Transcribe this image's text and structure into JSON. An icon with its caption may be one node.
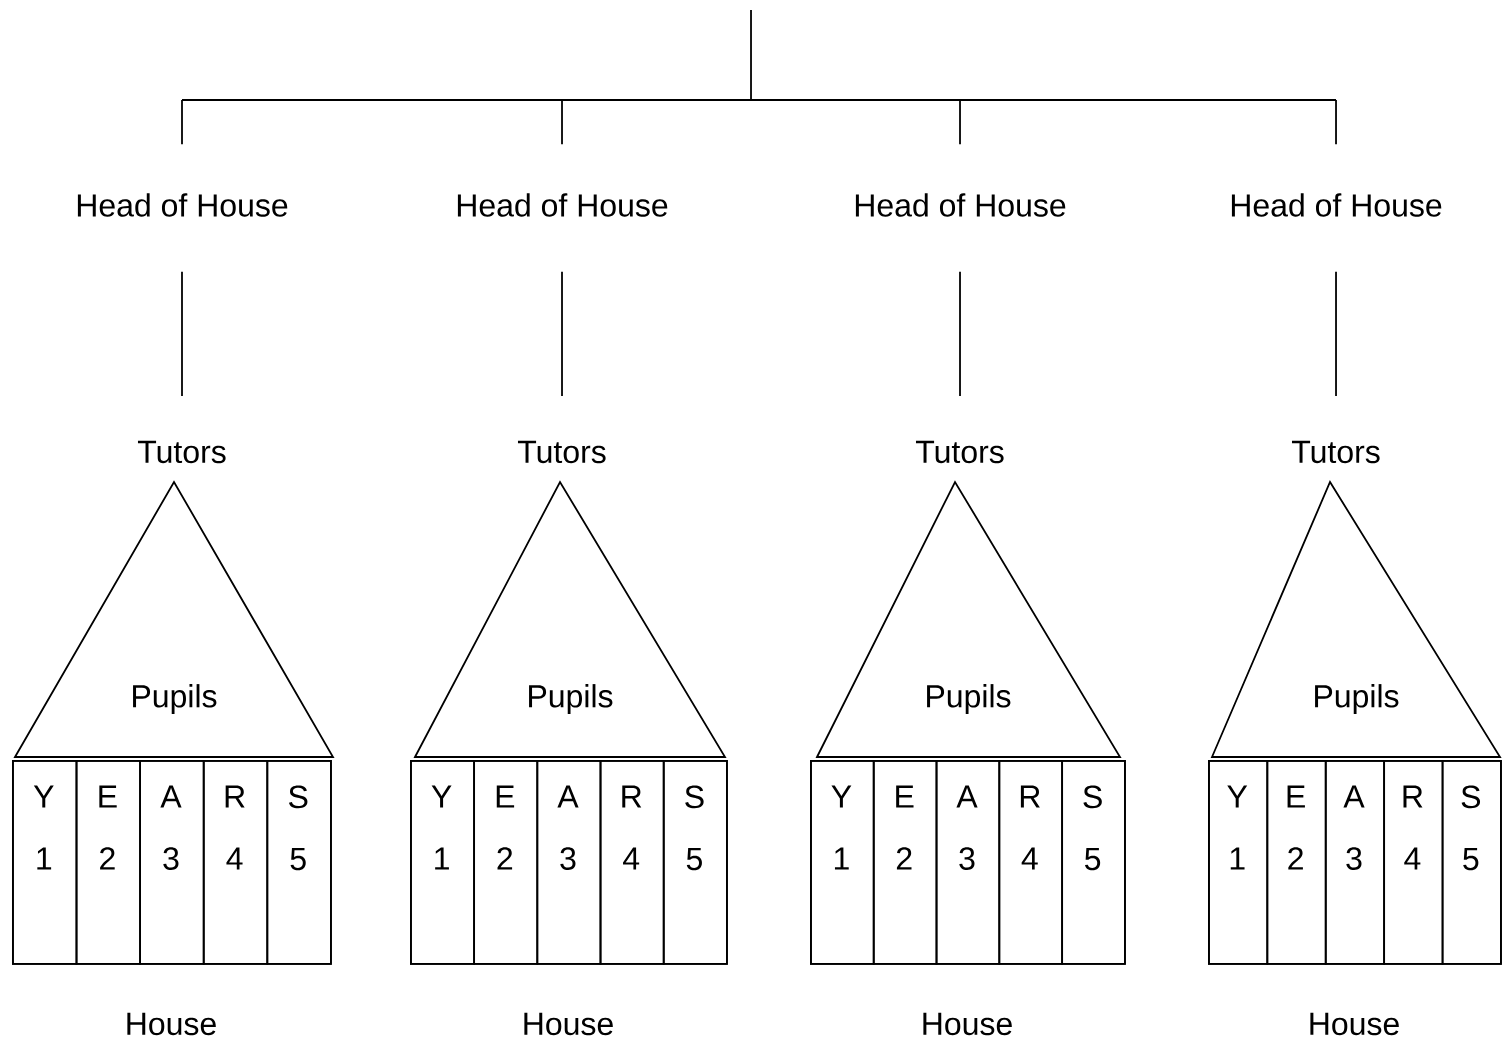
{
  "diagram": {
    "nodes": [
      {
        "text": [
          "Head of House"
        ]
      },
      {
        "text": [
          "Head of House"
        ]
      },
      {
        "text": [
          "Head of House"
        ]
      },
      {
        "text": [
          "Head of House"
        ]
      },
      {
        "text": [
          "Tutors"
        ]
      },
      {
        "text": [
          "Tutors"
        ]
      },
      {
        "text": [
          "Tutors"
        ]
      },
      {
        "text": [
          "Tutors"
        ]
      },
      {
        "text": [
          "Pupils"
        ]
      },
      {
        "text": [
          "Pupils"
        ]
      },
      {
        "text": [
          "Pupils"
        ]
      },
      {
        "text": [
          "Pupils"
        ]
      },
      {
        "text": [],
        "shape": "box",
        "beside": [
          "House"
        ]
      },
      {
        "text": [
          "Y",
          "1"
        ],
        "in": 12
      },
      {
        "text": [
          "E",
          "2"
        ],
        "in": 12
      },
      {
        "text": [
          "A",
          "3"
        ],
        "in": 12
      },
      {
        "text": [
          "R",
          "4"
        ],
        "in": 12
      },
      {
        "text": [
          "S",
          "5"
        ],
        "in": 12
      },
      {
        "text": [],
        "shape": "box",
        "beside": [
          "House"
        ]
      },
      {
        "text": [
          "Y",
          "1"
        ],
        "in": 18
      },
      {
        "text": [
          "E",
          "2"
        ],
        "in": 18
      },
      {
        "text": [
          "A",
          "3"
        ],
        "in": 18
      },
      {
        "text": [
          "R",
          "4"
        ],
        "in": 18
      },
      {
        "text": [
          "S",
          "5"
        ],
        "in": 18
      },
      {
        "text": [],
        "shape": "box",
        "beside": [
          "House"
        ]
      },
      {
        "text": [
          "Y",
          "1"
        ],
        "in": 24
      },
      {
        "text": [
          "E",
          "2"
        ],
        "in": 24
      },
      {
        "text": [
          "A",
          "3"
        ],
        "in": 24
      },
      {
        "text": [
          "R",
          "4"
        ],
        "in": 24
      },
      {
        "text": [
          "S",
          "5"
        ],
        "in": 24
      },
      {
        "text": [],
        "shape": "box",
        "beside": [
          "House"
        ]
      },
      {
        "text": [
          "Y",
          "1"
        ],
        "in": 30
      },
      {
        "text": [
          "E",
          "2"
        ],
        "in": 30
      },
      {
        "text": [
          "A",
          "3"
        ],
        "in": 30
      },
      {
        "text": [
          "R",
          "4"
        ],
        "in": 30
      },
      {
        "text": [
          "S",
          "5"
        ],
        "in": 30
      }
    ],
    "edges": [
      {
        "from": null,
        "to": 0,
        "arrow": "none"
      },
      {
        "from": null,
        "to": 1,
        "arrow": "none"
      },
      {
        "from": null,
        "to": 2,
        "arrow": "none"
      },
      {
        "from": null,
        "to": 3,
        "arrow": "none"
      },
      {
        "from": 0,
        "to": 4,
        "arrow": "none"
      },
      {
        "from": 1,
        "to": 5,
        "arrow": "none"
      },
      {
        "from": 2,
        "to": 6,
        "arrow": "none"
      },
      {
        "from": 3,
        "to": 7,
        "arrow": "none"
      }
    ]
  }
}
